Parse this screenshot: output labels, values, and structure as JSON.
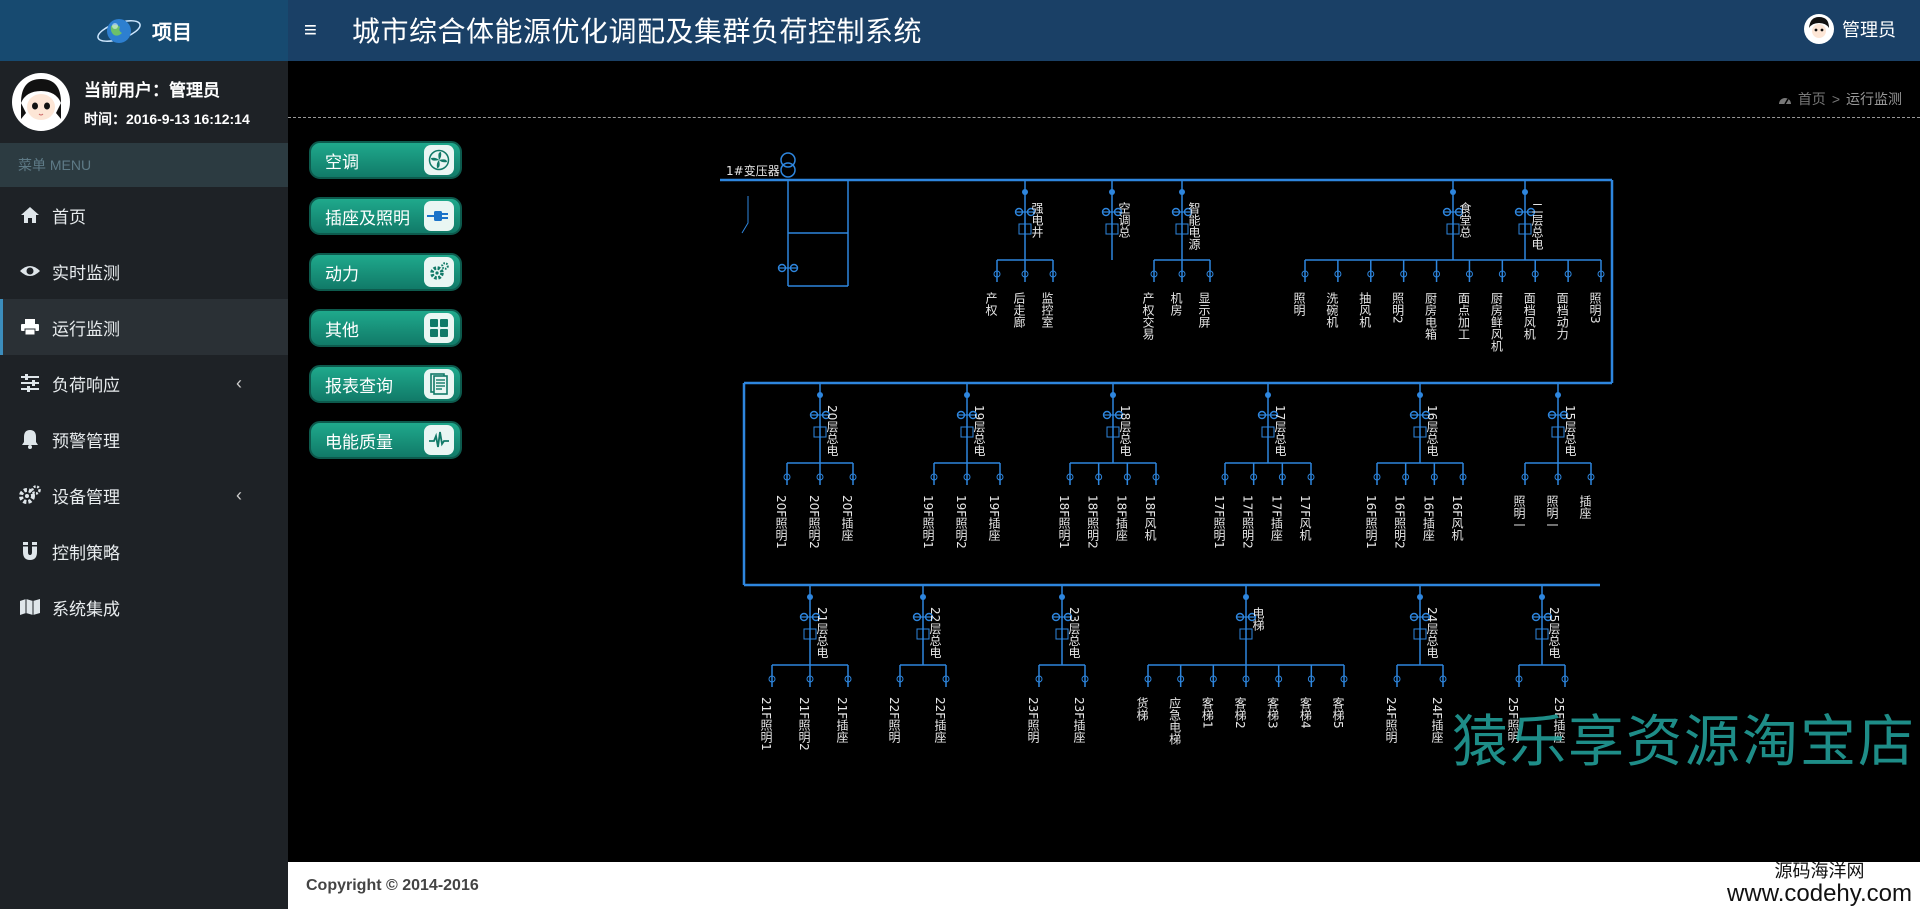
{
  "header": {
    "brand": "项目",
    "title": "城市综合体能源优化调配及集群负荷控制系统",
    "user": "管理员",
    "menu_icon": "hamburger-icon"
  },
  "profile": {
    "user_label": "当前用户：管理员",
    "time_label": "时间：2016-9-13 16:12:14"
  },
  "sidebar": {
    "menu_header": "菜单 MENU",
    "items": [
      {
        "label": "首页",
        "icon": "home-icon"
      },
      {
        "label": "实时监测",
        "icon": "eye-icon"
      },
      {
        "label": "运行监测",
        "icon": "print-icon"
      },
      {
        "label": "负荷响应",
        "icon": "sliders-icon",
        "chevron": "‹"
      },
      {
        "label": "预警管理",
        "icon": "bell-icon"
      },
      {
        "label": "设备管理",
        "icon": "gears-icon",
        "chevron": "‹"
      },
      {
        "label": "控制策略",
        "icon": "magnet-icon"
      },
      {
        "label": "系统集成",
        "icon": "map-icon"
      }
    ]
  },
  "breadcrumb": {
    "home": "首页",
    "separator": ">",
    "current": "运行监测"
  },
  "categories": [
    {
      "label": "空调",
      "icon": "fan-icon"
    },
    {
      "label": "插座及照明",
      "icon": "plug-icon"
    },
    {
      "label": "动力",
      "icon": "gear-icon"
    },
    {
      "label": "其他",
      "icon": "grid-icon"
    },
    {
      "label": "报表查询",
      "icon": "document-icon"
    },
    {
      "label": "电能质量",
      "icon": "waveform-icon"
    }
  ],
  "diagram": {
    "transformer": "1#变压器",
    "row1": [
      {
        "label": "强电井",
        "subs": [
          "产权",
          "后走廊",
          "监控室"
        ]
      },
      {
        "label": "空调总",
        "subs": []
      },
      {
        "label": "智能电源",
        "subs": [
          "产权交易",
          "机房",
          "显示屏"
        ]
      },
      {
        "label": "食堂总",
        "subs": [
          "照明",
          "洗碗机",
          "抽风机",
          "照明2",
          "厨房电箱",
          "面点加工",
          "厨房鲜风机",
          "面档风机",
          "面档动力",
          "照明3"
        ]
      },
      {
        "label": "二层总电",
        "subs": []
      }
    ],
    "row2": [
      {
        "label": "20层总电",
        "subs": [
          "20F照明1",
          "20F照明2",
          "20F插座"
        ]
      },
      {
        "label": "19层总电",
        "subs": [
          "19F照明1",
          "19F照明2",
          "19F插座"
        ]
      },
      {
        "label": "18层总电",
        "subs": [
          "18F照明1",
          "18F照明2",
          "18F插座",
          "18F风机"
        ]
      },
      {
        "label": "17层总电",
        "subs": [
          "17F照明1",
          "17F照明2",
          "17F插座",
          "17F风机"
        ]
      },
      {
        "label": "16层总电",
        "subs": [
          "16F照明1",
          "16F照明2",
          "16F插座",
          "16F风机"
        ]
      },
      {
        "label": "15层总电",
        "subs": [
          "照明一",
          "照明一",
          "插座"
        ]
      }
    ],
    "row3": [
      {
        "label": "21层总电",
        "subs": [
          "21F照明1",
          "21F照明2",
          "21F插座"
        ]
      },
      {
        "label": "22层总电",
        "subs": [
          "22F照明",
          "22F插座"
        ]
      },
      {
        "label": "23层总电",
        "subs": [
          "23F照明",
          "23F插座"
        ]
      },
      {
        "label": "电梯",
        "subs": [
          "货梯",
          "应急电梯",
          "客梯1",
          "客梯2",
          "客梯3",
          "客梯4",
          "客梯5"
        ]
      },
      {
        "label": "24层总电",
        "subs": [
          "24F照明",
          "24F插座"
        ]
      },
      {
        "label": "25层总电",
        "subs": [
          "25F照明",
          "25F插座"
        ]
      }
    ]
  },
  "watermark": "猿乐享资源淘宝店",
  "footer": {
    "copyright": "Copyright © 2014-2016"
  },
  "corner_watermark": {
    "line1": "源码海洋网",
    "line2": "www.codehy.com"
  },
  "colors": {
    "header": "#1a4066",
    "sidebar": "#1e2226",
    "accent": "#3c8dbc",
    "button_green": "#1fa98c",
    "diagram_line": "#2e86de"
  }
}
